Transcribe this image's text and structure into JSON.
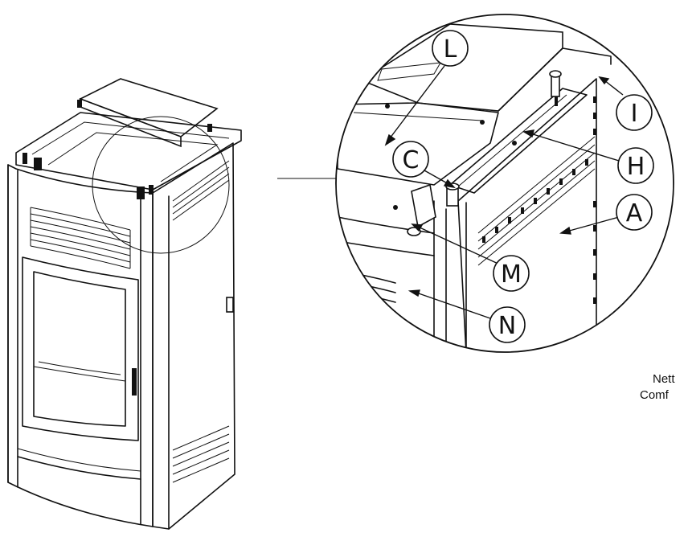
{
  "figure": {
    "callouts": [
      {
        "id": "L",
        "label": "L"
      },
      {
        "id": "C",
        "label": "C"
      },
      {
        "id": "I",
        "label": "I"
      },
      {
        "id": "H",
        "label": "H"
      },
      {
        "id": "A",
        "label": "A"
      },
      {
        "id": "M",
        "label": "M"
      },
      {
        "id": "N",
        "label": "N"
      }
    ],
    "caption": {
      "line1": "Nett",
      "line2": "Comf"
    }
  }
}
